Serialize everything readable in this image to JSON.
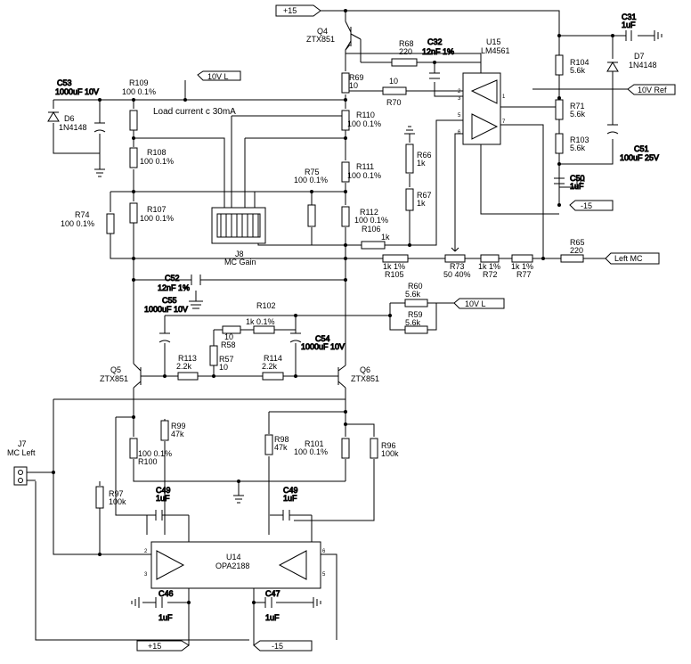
{
  "rails": {
    "pos15_top": "+15",
    "neg15_right": "-15",
    "pos15_bottom": "+15",
    "neg15_bottom": "-15",
    "v10l_top": "10V L",
    "v10l_mid": "10V L",
    "v10ref": "10V Ref",
    "left_mc": "Left MC"
  },
  "notes": {
    "load_current": "Load current c 30mA"
  },
  "parts": {
    "q4": [
      "Q4",
      "ZTX851"
    ],
    "q5": [
      "Q5",
      "ZTX851"
    ],
    "q6": [
      "Q6",
      "ZTX851"
    ],
    "u15": [
      "U15",
      "LM4561"
    ],
    "u14": [
      "U14",
      "OPA2188"
    ],
    "j8": [
      "J8",
      "MC Gain"
    ],
    "j7": [
      "J7",
      "MC Left"
    ],
    "d6": [
      "D6",
      "1N4148"
    ],
    "d7": [
      "D7",
      "1N4148"
    ],
    "c53": [
      "C53",
      "1000uF 10V"
    ],
    "c32": [
      "C32",
      "12nF 1%"
    ],
    "c31": [
      "C31",
      "1uF"
    ],
    "c51": [
      "C51",
      "100uF 25V"
    ],
    "c50": [
      "C50",
      "1uF"
    ],
    "c52": [
      "C52",
      "12nF 1%"
    ],
    "c55": [
      "C55",
      "1000uF 10V"
    ],
    "c54": [
      "C54",
      "1000uF 10V"
    ],
    "c49a": [
      "C49",
      "1uF"
    ],
    "c49b": [
      "C49",
      "1uF"
    ],
    "c46": [
      "C46",
      "1uF"
    ],
    "c47": [
      "C47",
      "1uF"
    ],
    "r109": [
      "R109",
      "100 0.1%"
    ],
    "r108": [
      "R108",
      "100 0.1%"
    ],
    "r107": [
      "R107",
      "100 0.1%"
    ],
    "r74": [
      "R74",
      "100 0.1%"
    ],
    "r68": [
      "R68",
      "220"
    ],
    "r69": [
      "R69",
      "10"
    ],
    "r70": [
      "10",
      "R70"
    ],
    "r110": [
      "R110",
      "100 0.1%"
    ],
    "r111": [
      "R111",
      "100 0.1%"
    ],
    "r75": [
      "R75",
      "100 0.1%"
    ],
    "r112": [
      "R112",
      "100 0.1%"
    ],
    "r106": [
      "R106",
      "1k"
    ],
    "r66": [
      "R66",
      "1k"
    ],
    "r67": [
      "R67",
      "1k"
    ],
    "r104": [
      "R104",
      "5.6k"
    ],
    "r71": [
      "R71",
      "5.6k"
    ],
    "r103": [
      "R103",
      "5.6k"
    ],
    "r65": [
      "R65",
      "220"
    ],
    "r105": [
      "1k 1%",
      "R105"
    ],
    "r73": [
      "R73",
      "50 40%"
    ],
    "r72": [
      "1k 1%",
      "R72"
    ],
    "r77": [
      "1k 1%",
      "R77"
    ],
    "r60": [
      "R60",
      "5.6k"
    ],
    "r59": [
      "R59",
      "5.6k"
    ],
    "r102": [
      "R102",
      "1k 0.1%"
    ],
    "r58": [
      "10",
      "R58"
    ],
    "r57": [
      "R57",
      "10"
    ],
    "r113": [
      "R113",
      "2.2k"
    ],
    "r114": [
      "R114",
      "2.2k"
    ],
    "r99": [
      "R99",
      "47k"
    ],
    "r100": [
      "100 0.1%",
      "R100"
    ],
    "r98": [
      "R98",
      "47k"
    ],
    "r101": [
      "R101",
      "100 0.1%"
    ],
    "r96": [
      "R96",
      "100k"
    ],
    "r97": [
      "R97",
      "100k"
    ]
  }
}
